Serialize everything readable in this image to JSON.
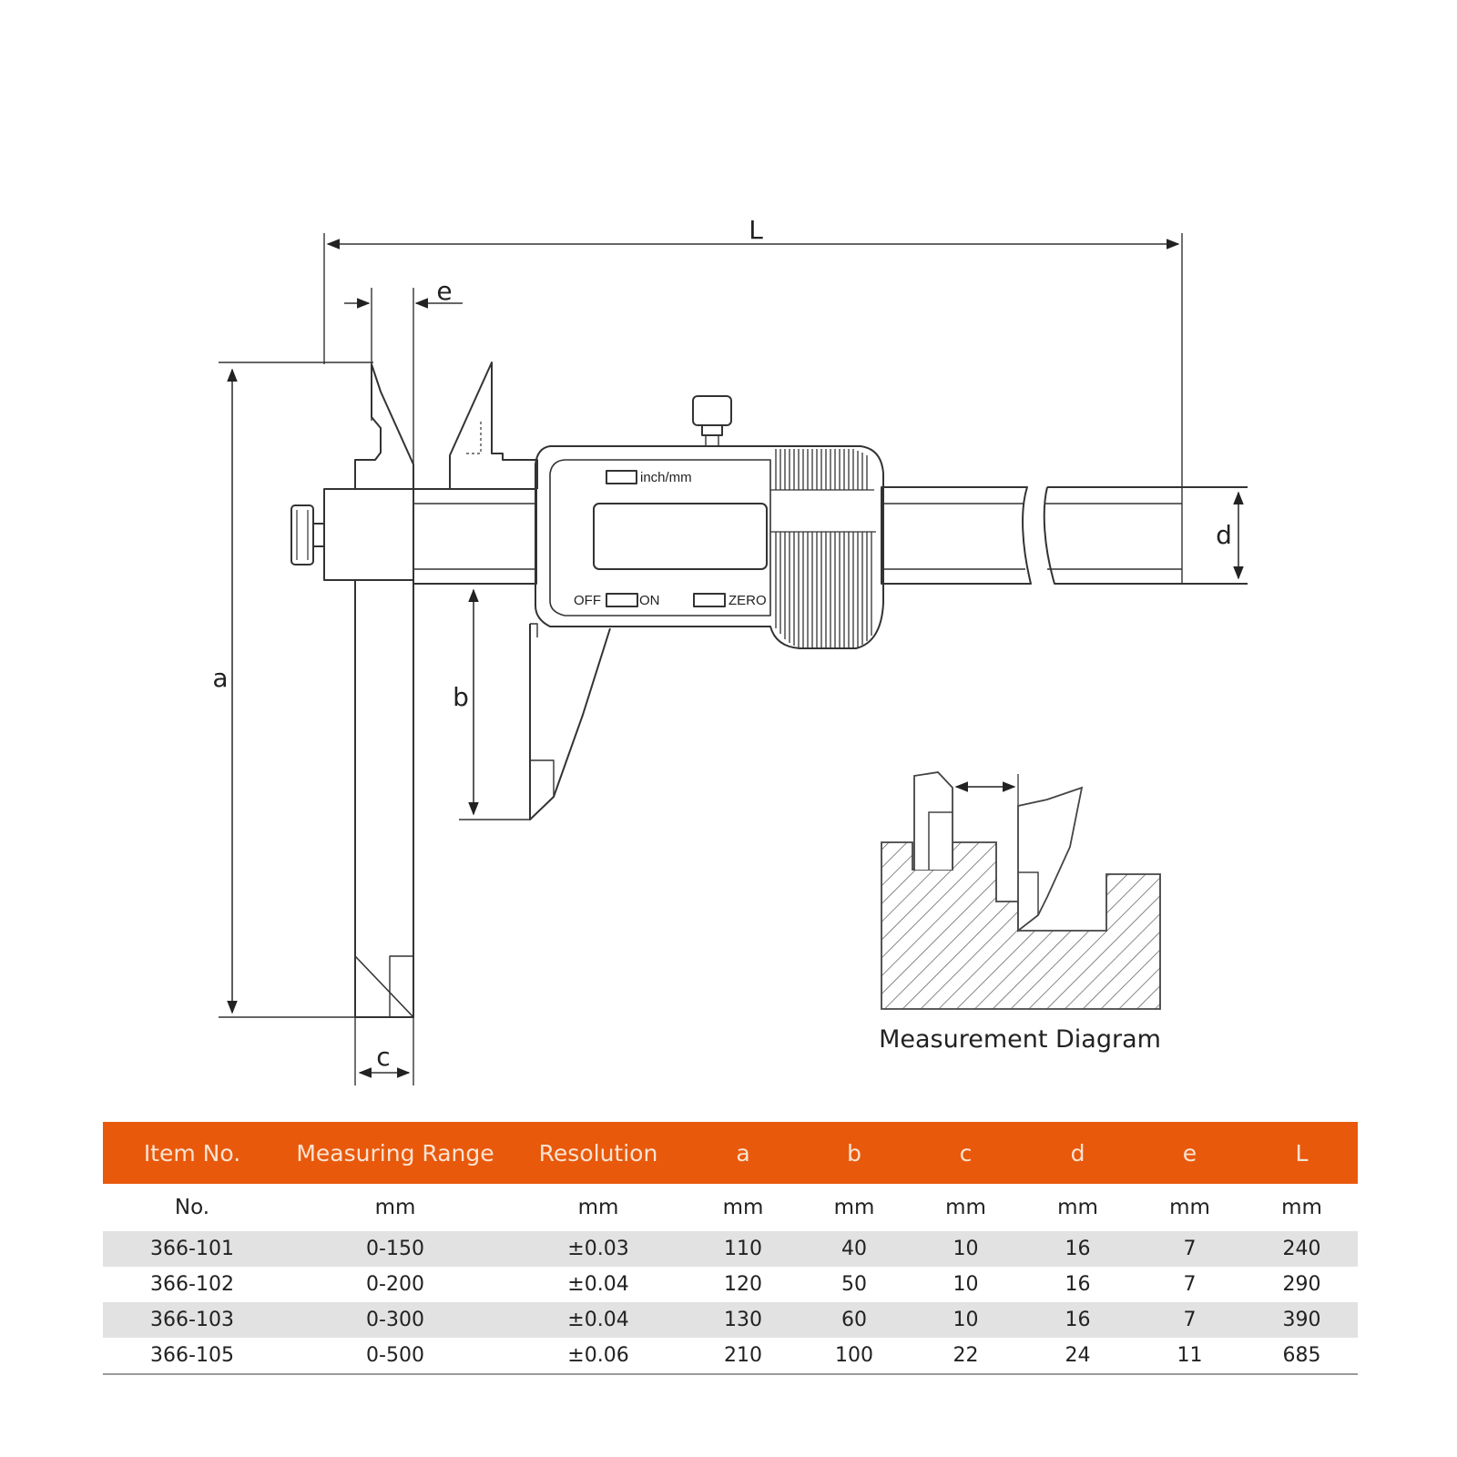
{
  "diagram": {
    "dimension_labels": {
      "L": "L",
      "e": "e",
      "a": "a",
      "b": "b",
      "c": "c",
      "d": "d"
    },
    "display_labels": {
      "unit_toggle": "inch/mm",
      "off": "OFF",
      "on": "ON",
      "zero": "ZERO"
    },
    "inset_caption": "Measurement Diagram"
  },
  "table": {
    "headers": [
      "Item No.",
      "Measuring Range",
      "Resolution",
      "a",
      "b",
      "c",
      "d",
      "e",
      "L"
    ],
    "units": [
      "No.",
      "mm",
      "mm",
      "mm",
      "mm",
      "mm",
      "mm",
      "mm",
      "mm"
    ],
    "rows": [
      [
        "366-101",
        "0-150",
        "±0.03",
        "110",
        "40",
        "10",
        "16",
        "7",
        "240"
      ],
      [
        "366-102",
        "0-200",
        "±0.04",
        "120",
        "50",
        "10",
        "16",
        "7",
        "290"
      ],
      [
        "366-103",
        "0-300",
        "±0.04",
        "130",
        "60",
        "10",
        "16",
        "7",
        "390"
      ],
      [
        "366-105",
        "0-500",
        "±0.06",
        "210",
        "100",
        "22",
        "24",
        "11",
        "685"
      ]
    ],
    "header_color": "#e8590c"
  }
}
